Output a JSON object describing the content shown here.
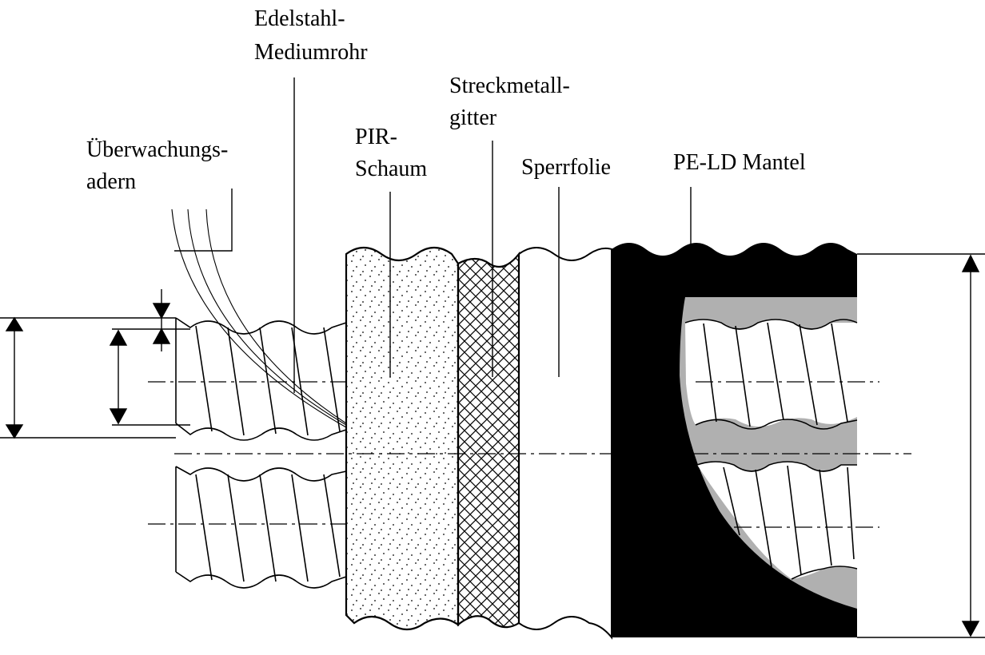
{
  "labels": {
    "edelstahl_line1": "Edelstahl-",
    "edelstahl_line2": "Mediumrohr",
    "streckmetall_line1": "Streckmetall-",
    "streckmetall_line2": "gitter",
    "pir_line1": "PIR-",
    "pir_line2": "Schaum",
    "ueberwachung_line1": "Überwachungs-",
    "ueberwachung_line2": "adern",
    "sperrfolie": "Sperrfolie",
    "pe_ld": "PE-LD Mantel"
  },
  "colors": {
    "line": "#000000",
    "mantel": "#000000",
    "inner_gray": "#b0b0b0",
    "background": "#ffffff"
  },
  "layers": [
    "Edelstahl-Mediumrohr",
    "PIR-Schaum",
    "Streckmetallgitter",
    "Sperrfolie",
    "PE-LD Mantel"
  ]
}
